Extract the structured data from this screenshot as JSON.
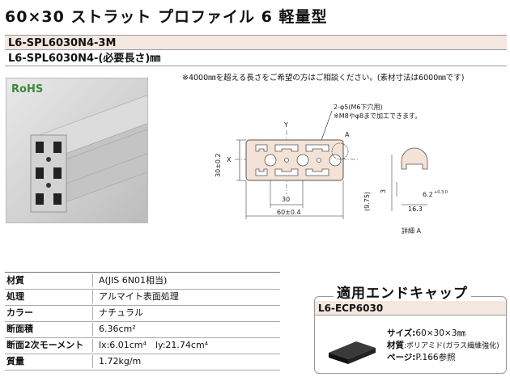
{
  "title": "60×30 ストラット プロファイル 6 軽量型",
  "part_numbers": [
    "L6-SPL6030N4-3M",
    "L6-SPL6030N4-(必要長さ)㎜"
  ],
  "note": "※4000㎜を超える長さをご希望の方はご相談ください。(素材寸法は6000㎜です)",
  "photo": {
    "rohs": "RoHS"
  },
  "drawing": {
    "hole_label": "2-φ5(M6下穴用)",
    "hole_note": "※M8やφ8まで加工できます。",
    "y_label": "Y",
    "x_label": "X",
    "a_label": "A",
    "height_dim": "30±0.2",
    "inner_width_dim": "30",
    "width_dim": "60±0.4",
    "detail_label": "詳細 A",
    "dim_3": "3",
    "dim_975": "(9.75)",
    "dim_163": "16.3",
    "dim_62": "6.2",
    "dim_62_tol": "+0.3 0"
  },
  "specs": [
    {
      "label": "材質",
      "value": "A(JIS 6N01相当)"
    },
    {
      "label": "処理",
      "value": "アルマイト表面処理"
    },
    {
      "label": "カラー",
      "value": "ナチュラル"
    },
    {
      "label": "断面積",
      "value": "6.36cm²"
    },
    {
      "label": "断面2次モーメント",
      "value": "lx:6.01cm⁴　ly:21.74cm⁴"
    },
    {
      "label": "質量",
      "value": "1.72kg/m"
    }
  ],
  "endcap": {
    "title": "適用エンドキャップ",
    "part": "L6-ECP6030",
    "size_label": "サイズ:",
    "size_value": "60×30×3㎜",
    "material_label": "材質",
    "material_value": ":ポリアミド(ガラス繊維強化)",
    "page_label": "ページ:",
    "page_value": "P.166参照"
  },
  "colors": {
    "header_bg": "#f4e7df",
    "rohs": "#3a8a3a",
    "profile_fill": "#f3e2d6"
  }
}
